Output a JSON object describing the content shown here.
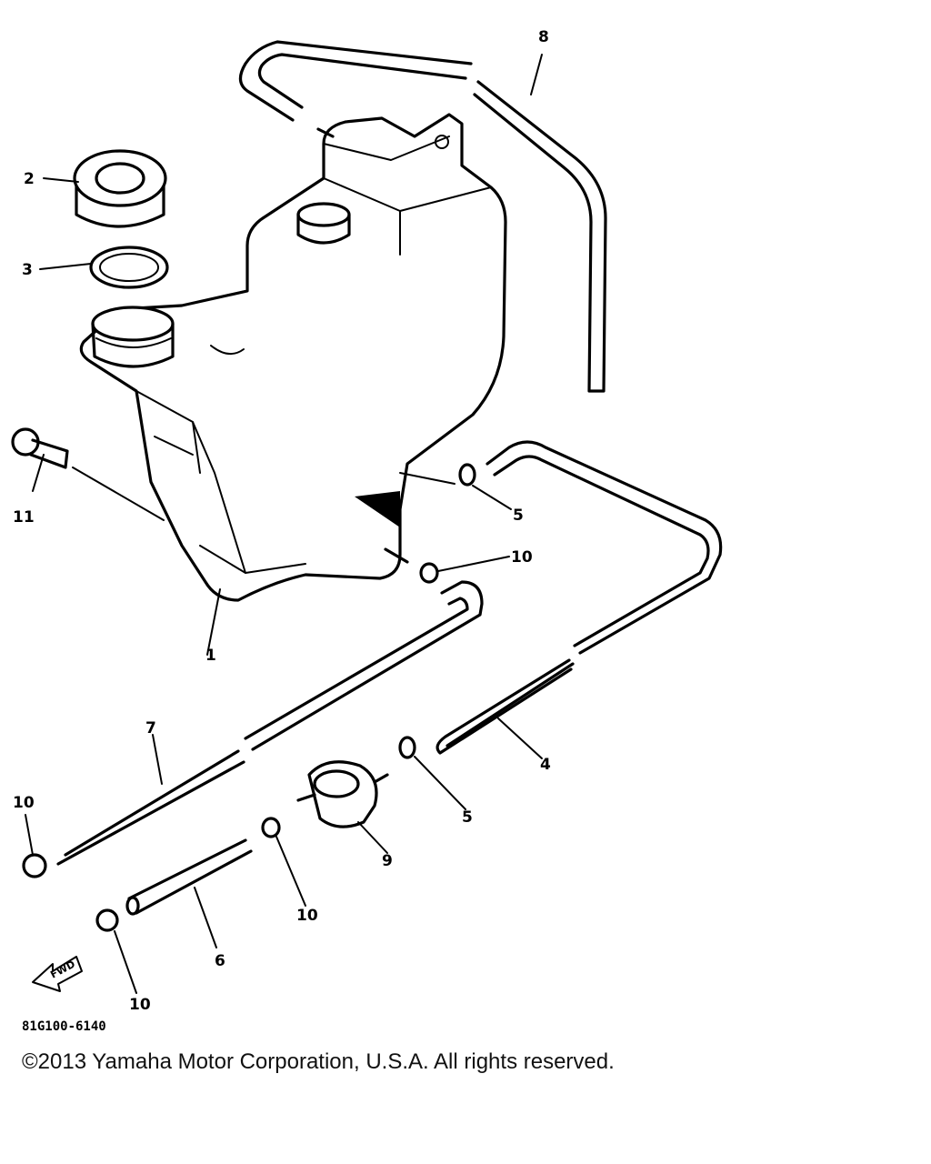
{
  "callouts": {
    "c1": "1",
    "c2": "2",
    "c3": "3",
    "c4": "4",
    "c5a": "5",
    "c5b": "5",
    "c6": "6",
    "c7": "7",
    "c8": "8",
    "c9": "9",
    "c10a": "10",
    "c10b": "10",
    "c10c": "10",
    "c10d": "10",
    "c11": "11"
  },
  "drawing_code": "81G100-6140",
  "fwd_label": "FWD",
  "copyright": "©2013 Yamaha Motor Corporation, U.S.A. All rights reserved.",
  "colors": {
    "ink": "#000000",
    "paper": "#ffffff"
  }
}
